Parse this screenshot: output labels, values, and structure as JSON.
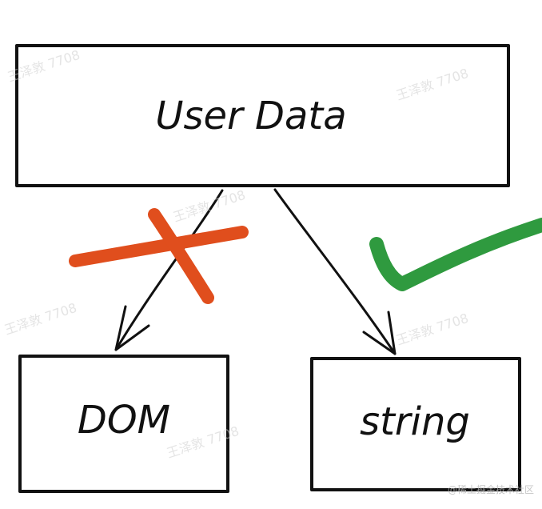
{
  "nodes": {
    "user_data": {
      "label": "User Data"
    },
    "dom": {
      "label": "DOM"
    },
    "string": {
      "label": "string"
    }
  },
  "marks": {
    "cross_color": "#e04e1d",
    "check_color": "#2f9a3f",
    "line_color": "#111111"
  },
  "watermarks": {
    "repeated_text": "王泽敦 7708",
    "footer_text": "@稀土掘金技术社区"
  },
  "icons": {
    "reject": "cross-icon",
    "approve": "check-icon"
  }
}
